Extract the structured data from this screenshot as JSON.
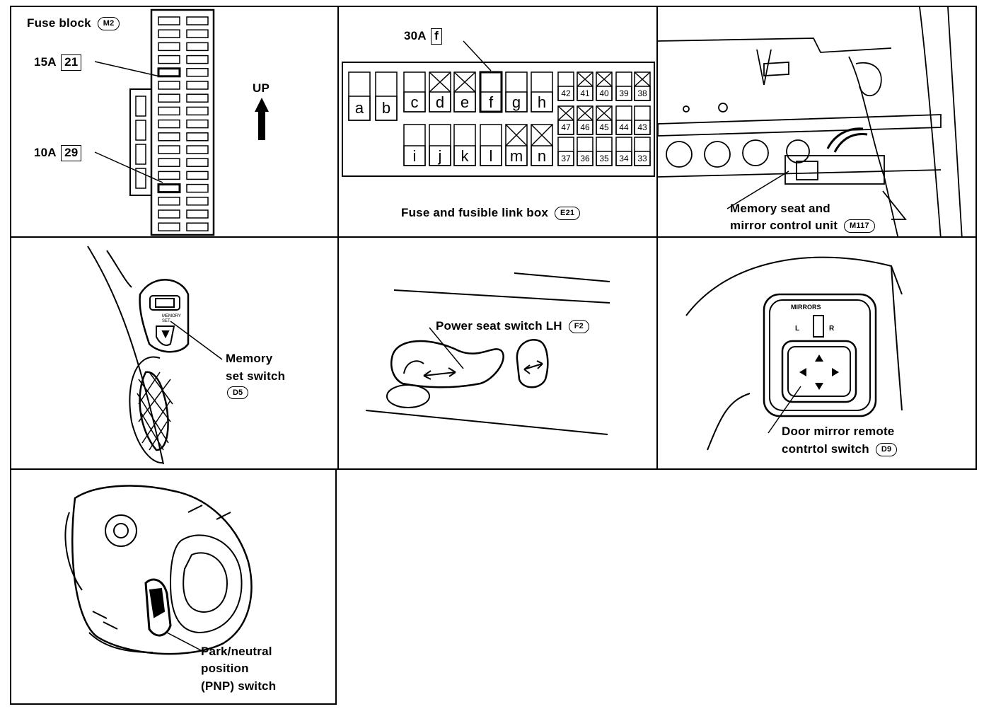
{
  "fuse_block": {
    "title": "Fuse block",
    "connector": "M2",
    "fuse_upper_amp": "15A",
    "fuse_upper_num": "21",
    "fuse_lower_amp": "10A",
    "fuse_lower_num": "29",
    "direction": "UP"
  },
  "fusible_link_box": {
    "title": "Fuse and fusible link box",
    "connector": "E21",
    "callout_amp": "30A",
    "callout_letter": "f",
    "top_row": [
      "a",
      "b",
      "c",
      "d",
      "e",
      "f",
      "g",
      "h"
    ],
    "bottom_row": [
      "i",
      "j",
      "k",
      "l",
      "m",
      "n"
    ],
    "fuses_row1": [
      "42",
      "41",
      "40",
      "39",
      "38"
    ],
    "fuses_row2": [
      "47",
      "46",
      "45",
      "44",
      "43"
    ],
    "fuses_row3": [
      "37",
      "36",
      "35",
      "34",
      "33"
    ]
  },
  "memory_control_unit": {
    "line1": "Memory seat and",
    "line2": "mirror control unit",
    "connector": "M117"
  },
  "memory_set_switch": {
    "line1": "Memory",
    "line2": "set switch",
    "connector": "D5"
  },
  "power_seat_switch": {
    "label": "Power seat switch LH",
    "connector": "F2"
  },
  "door_mirror_switch": {
    "line1": "Door mirror remote",
    "line2": "contrtol switch",
    "connector": "D9",
    "panel_text": "MIRRORS",
    "left": "L",
    "right": "R"
  },
  "pnp_switch": {
    "line1": "Park/neutral",
    "line2": "position",
    "line3": "(PNP) switch"
  }
}
